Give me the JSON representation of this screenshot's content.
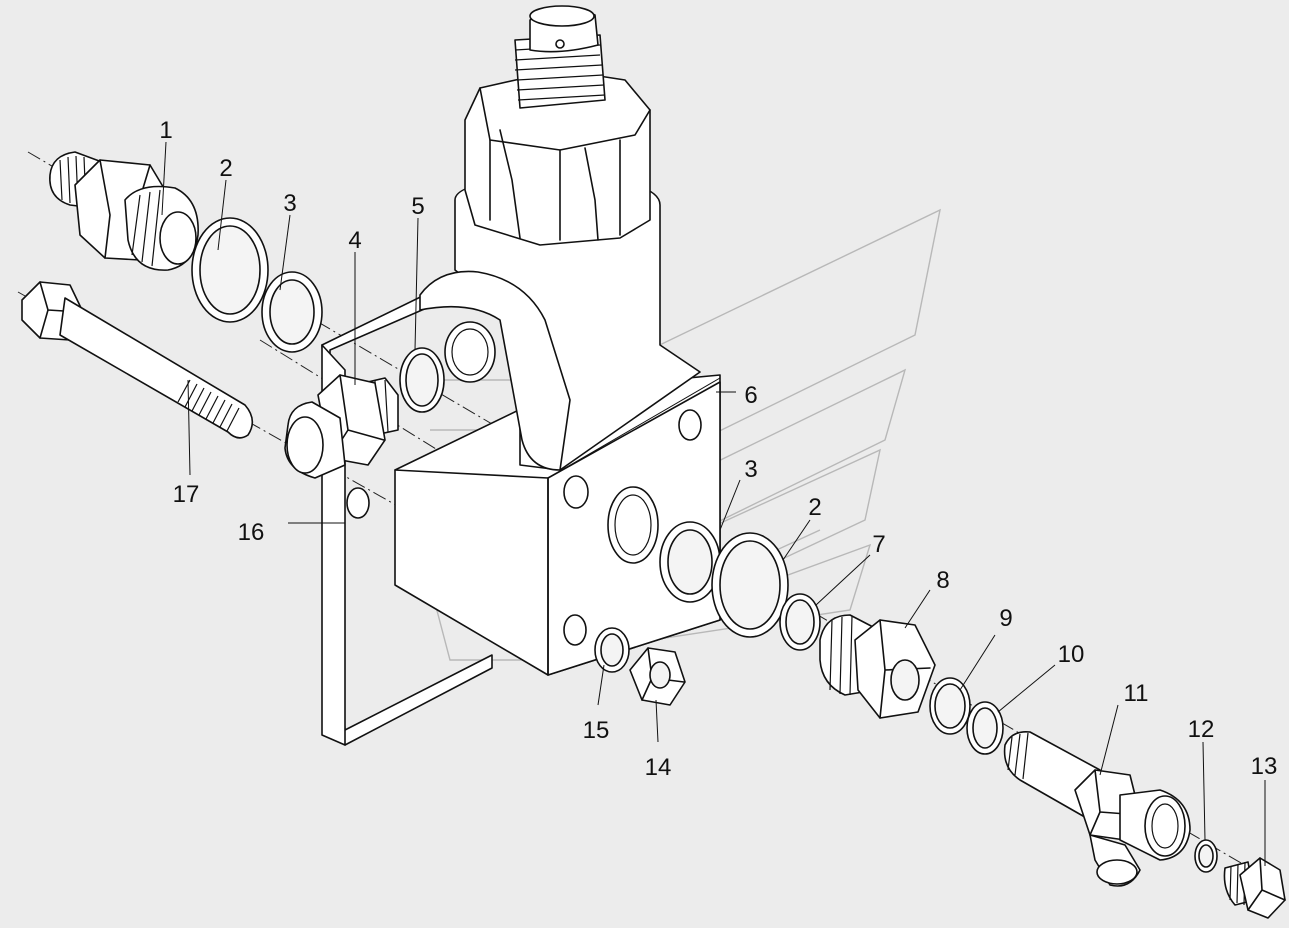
{
  "figure": {
    "callouts": [
      {
        "label": "1",
        "part": "fitting"
      },
      {
        "label": "2",
        "part": "washer"
      },
      {
        "label": "3",
        "part": "seal-ring"
      },
      {
        "label": "4",
        "part": "fitting"
      },
      {
        "label": "5",
        "part": "o-ring"
      },
      {
        "label": "6",
        "part": "valve-body"
      },
      {
        "label": "3",
        "part": "seal-ring"
      },
      {
        "label": "2",
        "part": "washer"
      },
      {
        "label": "7",
        "part": "o-ring"
      },
      {
        "label": "8",
        "part": "plug"
      },
      {
        "label": "9",
        "part": "o-ring"
      },
      {
        "label": "10",
        "part": "ring"
      },
      {
        "label": "11",
        "part": "tee-fitting"
      },
      {
        "label": "12",
        "part": "o-ring"
      },
      {
        "label": "13",
        "part": "plug"
      },
      {
        "label": "14",
        "part": "nut"
      },
      {
        "label": "15",
        "part": "washer"
      },
      {
        "label": "16",
        "part": "bracket-plate"
      },
      {
        "label": "17",
        "part": "bolt"
      }
    ]
  },
  "colors": {
    "background": "#ececec",
    "line": "#111111",
    "watermark": "#b8b8b8"
  }
}
